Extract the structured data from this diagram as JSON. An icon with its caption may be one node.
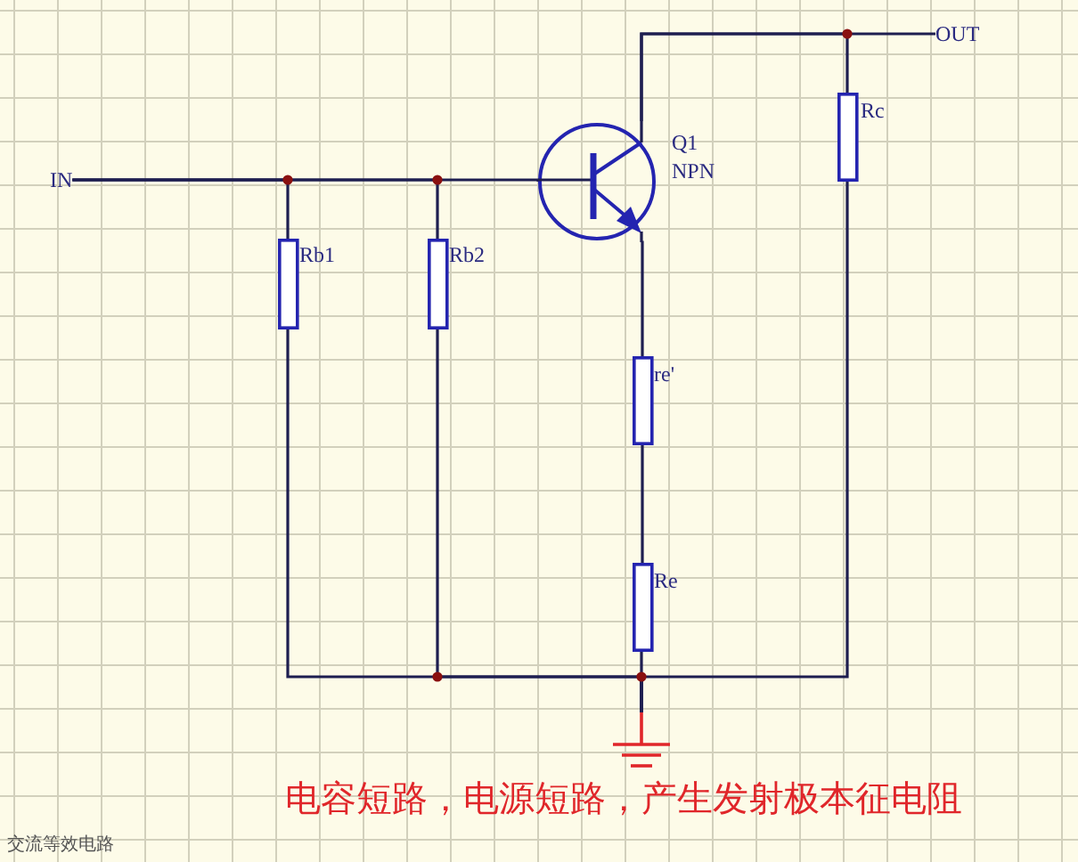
{
  "diagram": {
    "caption": "电容短路，电源短路，产生发射极本征电阻",
    "nodes": [
      {
        "text": [
          "IN"
        ]
      },
      {
        "text": [
          "Q1",
          "NPN"
        ]
      },
      {
        "text": [
          "OUT"
        ]
      },
      {
        "text": [
          "Rc"
        ]
      },
      {
        "text": [
          "Rb1"
        ]
      },
      {
        "text": [
          "Rb2"
        ]
      },
      {
        "text": [
          "re'"
        ]
      },
      {
        "text": [
          "Re"
        ]
      },
      {
        "text": [],
        "shape": "ground"
      }
    ],
    "edges": [
      {
        "from": 0,
        "to": 4,
        "arrow": "none"
      },
      {
        "from": 0,
        "to": 5,
        "arrow": "none"
      },
      {
        "from": 0,
        "to": 1,
        "arrow": "none"
      },
      {
        "from": 1,
        "to": 2,
        "arrow": "none"
      },
      {
        "from": 1,
        "to": 3,
        "arrow": "none"
      },
      {
        "from": 1,
        "to": 6,
        "arrow": "none"
      },
      {
        "from": 6,
        "to": 7,
        "arrow": "none"
      },
      {
        "from": 7,
        "to": 8,
        "arrow": "none"
      },
      {
        "from": 4,
        "to": 8,
        "arrow": "none"
      },
      {
        "from": 5,
        "to": 8,
        "arrow": "none"
      },
      {
        "from": 3,
        "to": 8,
        "arrow": "none"
      }
    ],
    "labels": [
      "交流等效电路"
    ]
  }
}
